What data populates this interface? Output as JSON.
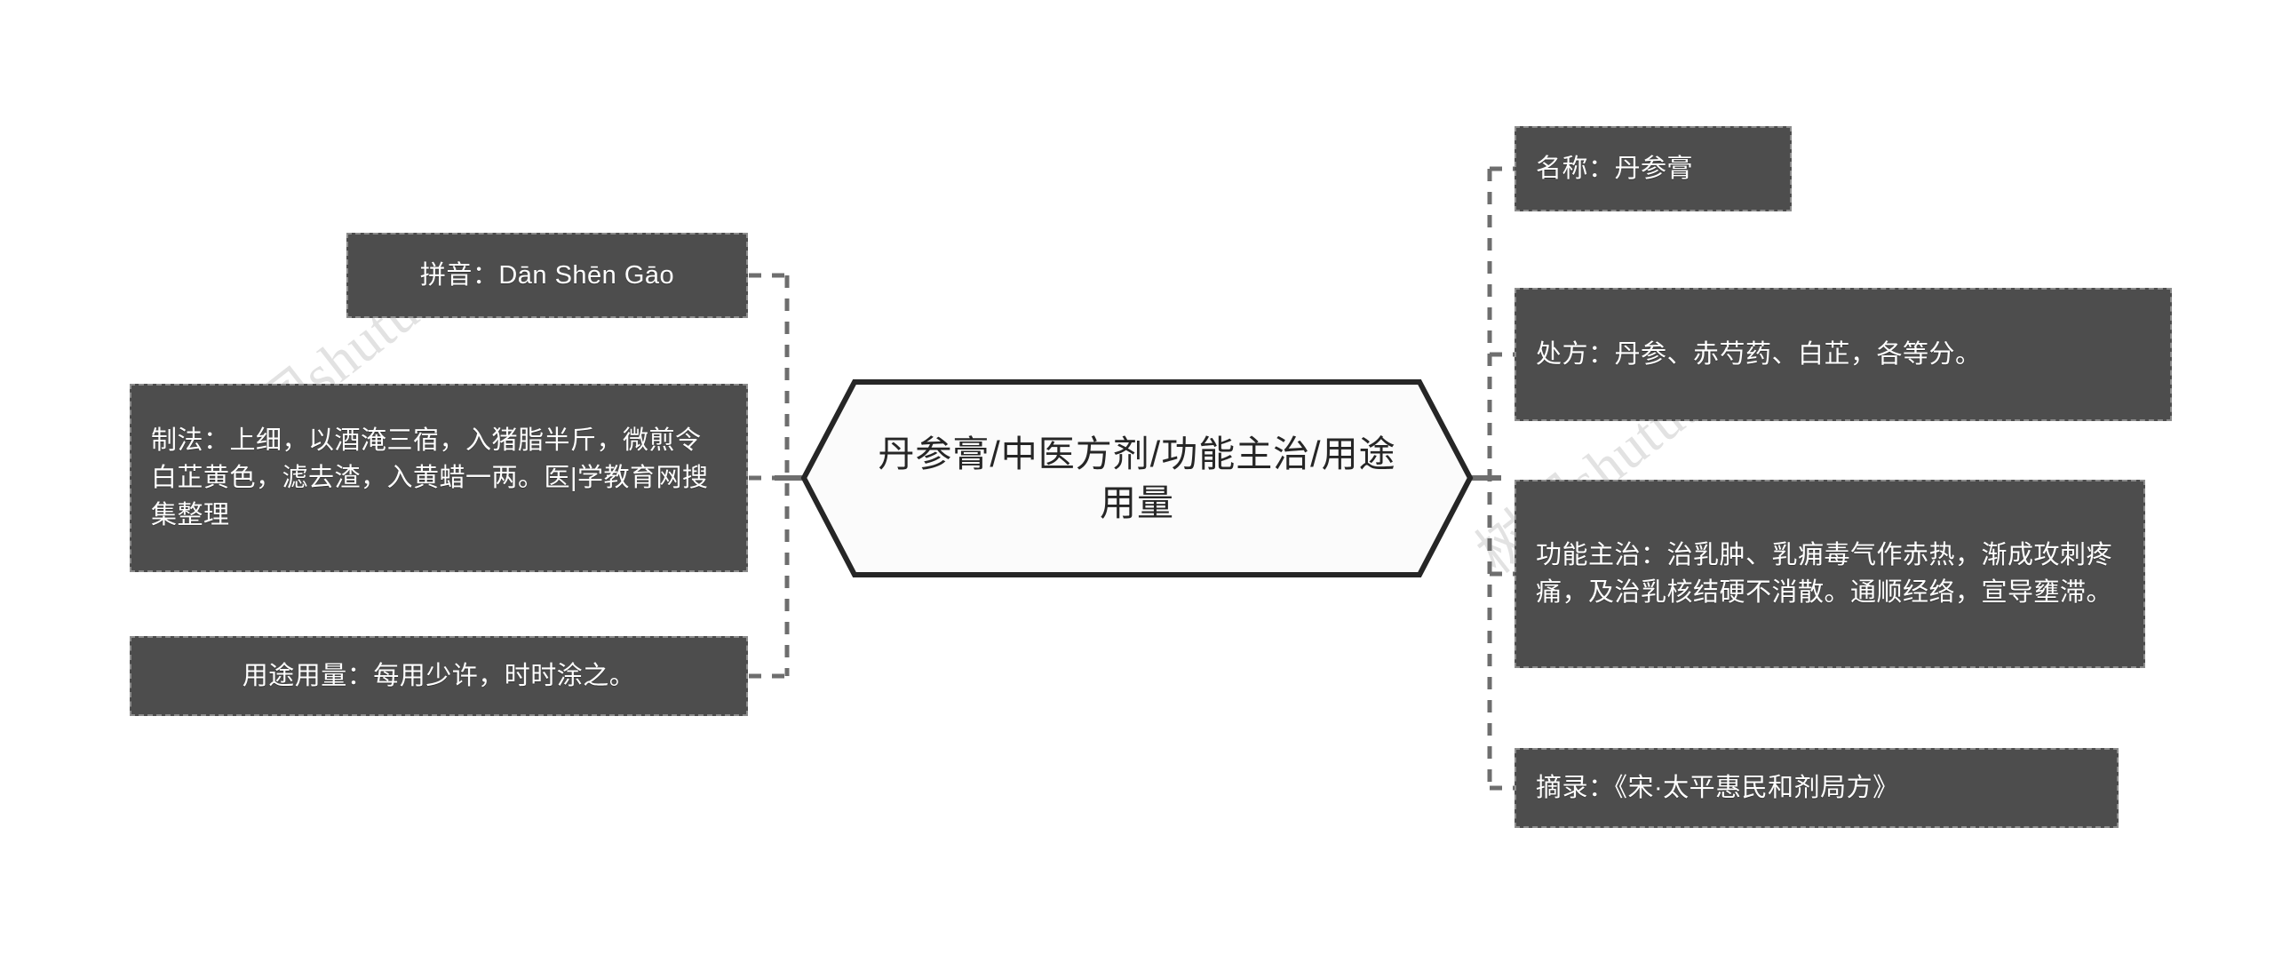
{
  "diagram": {
    "type": "mind-map",
    "center": {
      "label": "丹参膏/中医方剂/功能主治/用途用量"
    },
    "left_branches": [
      {
        "key": "pinyin",
        "label": "拼音：Dān Shēn Gāo"
      },
      {
        "key": "zhifa",
        "label": "制法：上细，以酒淹三宿，入猪脂半斤，微煎令白芷黄色，滤去渣，入黄蜡一两。医|学教育网搜集整理"
      },
      {
        "key": "yongtu",
        "label": "用途用量：每用少许，时时涂之。"
      }
    ],
    "right_branches": [
      {
        "key": "mingcheng",
        "label": "名称：丹参膏"
      },
      {
        "key": "chufang",
        "label": "处方：丹参、赤芍药、白芷，各等分。"
      },
      {
        "key": "gongneng",
        "label": "功能主治：治乳肿、乳痈毒气作赤热，渐成攻刺疼痛，及治乳核结硬不消散。通顺经络，宣导壅滞。"
      },
      {
        "key": "zhailu",
        "label": "摘录：《宋·太平惠民和剂局方》"
      }
    ],
    "watermark": {
      "left_text": "树图shutu.cn",
      "right_text": "树图shutu.cn"
    },
    "colors": {
      "node_fill": "#4d4d4d",
      "node_border": "#8c8c8c",
      "node_text": "#ffffff",
      "center_stroke": "#262626",
      "center_fill": "#fbfbfb",
      "center_text": "#262626",
      "connector": "#6e6e6e",
      "background": "#ffffff",
      "watermark": "#e2e2e2"
    }
  }
}
